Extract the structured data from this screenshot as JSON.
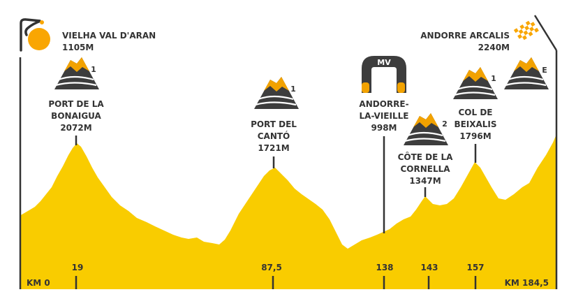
{
  "start": {
    "name": "VIELHA VAL D'ARAN",
    "altitude": "1105M",
    "km_label": "KM 0"
  },
  "finish": {
    "name": "ANDORRE ARCALIS",
    "altitude": "2240M",
    "km_label": "KM 184,5"
  },
  "climbs": [
    {
      "line1": "PORT DE LA",
      "line2": "BONAIGUA",
      "altitude": "2072M",
      "category": "1",
      "km": "19"
    },
    {
      "line1": "PORT DEL",
      "line2": "CANTÓ",
      "altitude": "1721M",
      "category": "1",
      "km": "87,5"
    },
    {
      "line1": "CÔTE DE LA",
      "line2": "CORNELLA",
      "altitude": "1347M",
      "category": "2",
      "km": "143"
    },
    {
      "line1": "COL DE",
      "line2": "BEIXALIS",
      "altitude": "1796M",
      "category": "1",
      "km": "157"
    },
    {
      "category": "E"
    }
  ],
  "sprint": {
    "badge": "MV",
    "line1": "ANDORRE-",
    "line2": "LA-VIEILLE",
    "altitude": "998M",
    "km": "138"
  },
  "colors": {
    "profile": "#F9CC00",
    "text": "#333333",
    "mountain": "#3d3d3d",
    "peak": "#F2A200",
    "logo": "#F9A602"
  },
  "icons": {
    "logo": "tour-logo-icon",
    "finish": "checkered-flag-icon",
    "climb": "mountain-icon",
    "sprint": "sprint-arch-icon"
  }
}
